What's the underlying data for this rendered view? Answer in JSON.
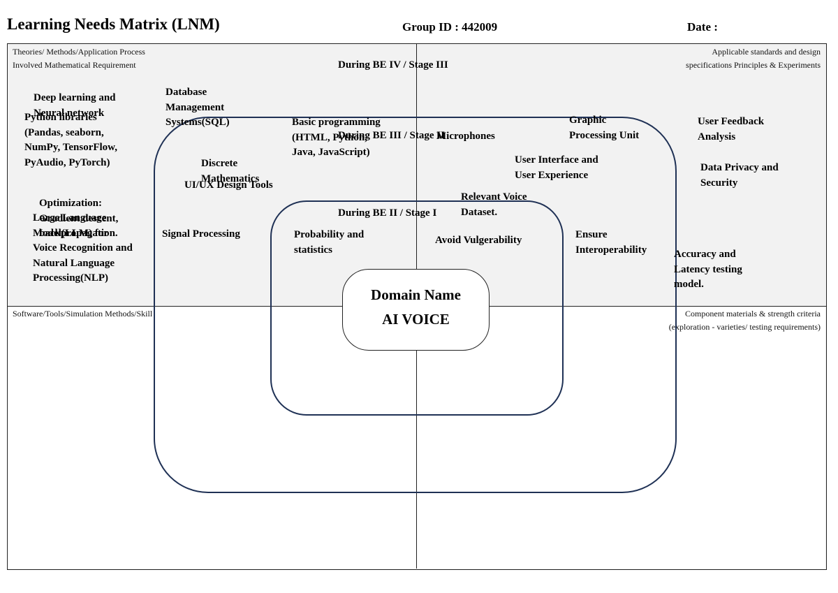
{
  "header": {
    "title": "Learning Needs Matrix (LNM)",
    "group_id": "Group ID : 442009",
    "date": "Date :"
  },
  "quadrants": {
    "top_left": "Theories/ Methods/Application Process\nInvolved Mathematical Requirement",
    "top_right": "Applicable standards and design\nspecifications Principles & Experiments",
    "bottom_left": "Software/Tools/Simulation Methods/Skill",
    "bottom_right": "Component materials & strength criteria\n(exploration - varieties/ testing requirements)"
  },
  "stages": {
    "stage3": "During BE IV /  Stage III",
    "stage2": "During BE III / Stage II",
    "stage1": "During BE II  / Stage I"
  },
  "domain": {
    "label": "Domain Name",
    "value": "AI VOICE"
  },
  "items": {
    "deep_learning": "Deep learning and\nNeural network",
    "python_libraries": "Python libraries\n(Pandas, seaborn,\nNumPy, TensorFlow,\nPyAudio, PyTorch)",
    "optimization": "Optimization:\nGradient descent,\nbackpropagation.",
    "llm": "Large Language\nModel(LLM) for\nVoice Recognition and\nNatural Language\nProcessing(NLP)",
    "dbms": "Database\nManagement\nSystems(SQL)",
    "discrete_math": "Discrete\nMathematics",
    "uiux_tools": "UI/UX Design Tools",
    "signal_processing": "Signal Processing",
    "basic_programming": "Basic programming\n(HTML, Python,\nJava, JavaScript)",
    "probability": "Probability and\nstatistics",
    "microphones": "Microphones",
    "voice_dataset": "Relevant Voice\nDataset.",
    "avoid_vulgar": "Avoid Vulgerability",
    "gpu": "Graphic\nProcessing Unit",
    "ui_ux": "User Interface and\nUser Experience",
    "interop": "Ensure\nInteroperability",
    "feedback": "User Feedback\nAnalysis",
    "privacy": "Data Privacy and\nSecurity",
    "accuracy": "Accuracy and\nLatency testing\nmodel."
  }
}
